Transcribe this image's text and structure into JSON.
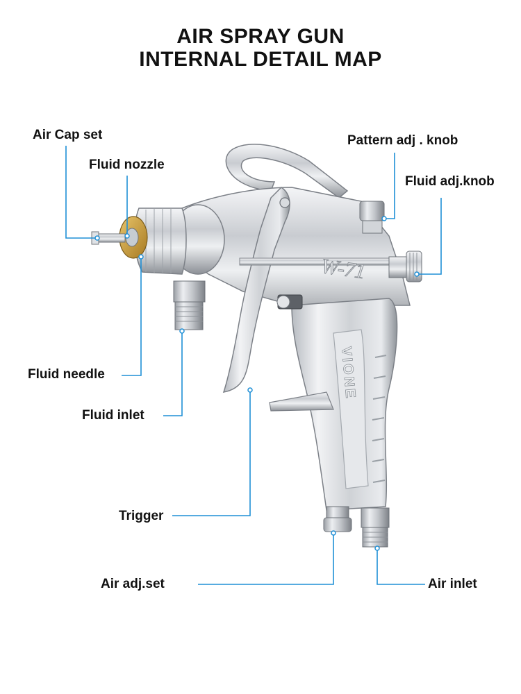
{
  "title": {
    "line1": "AIR SPRAY GUN",
    "line2": "INTERNAL DETAIL MAP"
  },
  "product_markings": {
    "model": "W-71",
    "brand": "VIONE"
  },
  "labels": {
    "air_cap_set": "Air Cap set",
    "fluid_nozzle": "Fluid nozzle",
    "pattern_adj_knob": "Pattern adj . knob",
    "fluid_adj_knob": "Fluid adj.knob",
    "fluid_needle": "Fluid needle",
    "fluid_inlet": "Fluid inlet",
    "trigger": "Trigger",
    "air_adj_set": "Air adj.set",
    "air_inlet": "Air inlet"
  },
  "colors": {
    "leader_line": "#1e8fd6",
    "text": "#111111"
  }
}
